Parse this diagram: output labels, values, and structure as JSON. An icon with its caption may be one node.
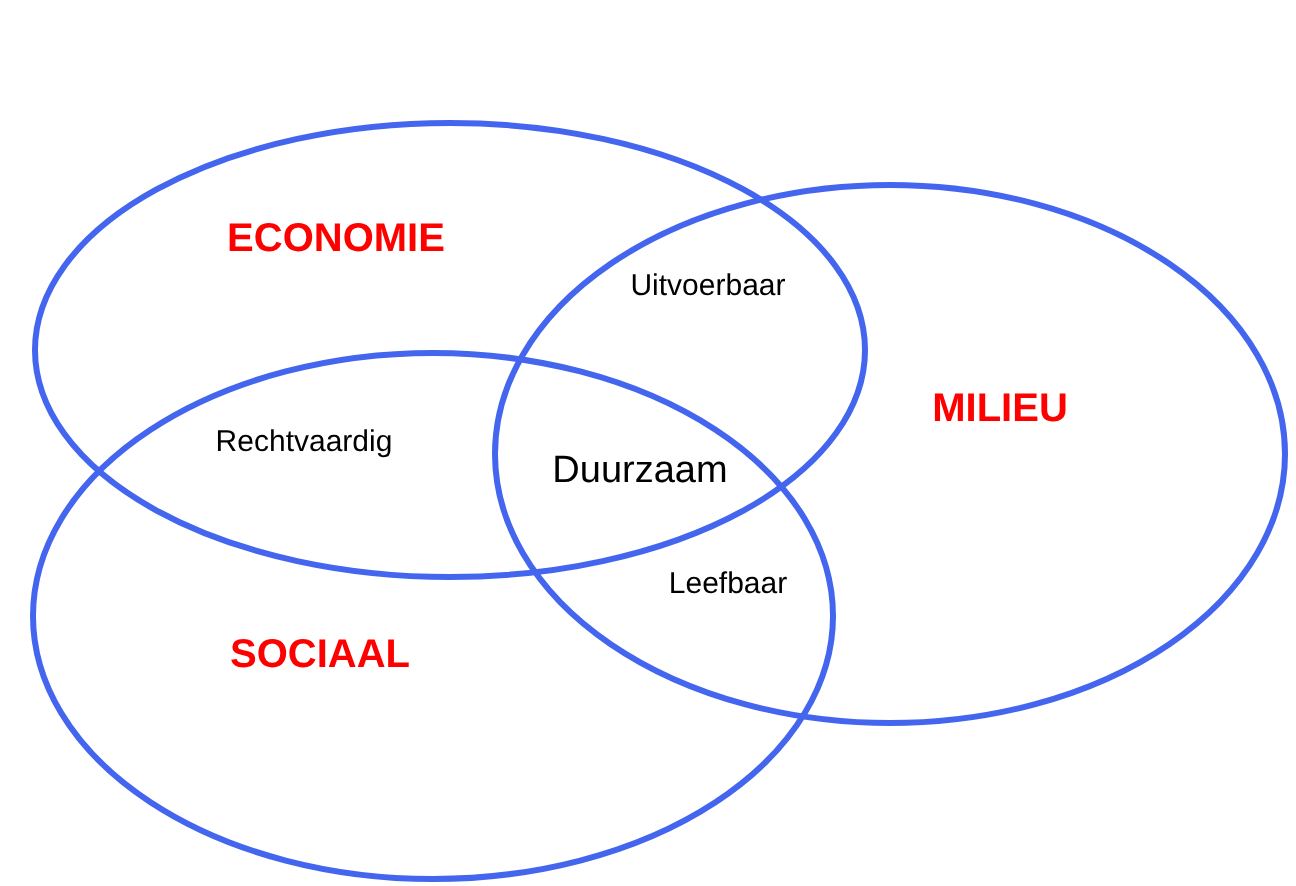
{
  "diagram": {
    "nodes": [
      {
        "text": [
          "ECONOMIE"
        ]
      },
      {
        "text": [
          "MILIEU"
        ]
      },
      {
        "text": [
          "SOCIAAL"
        ]
      }
    ],
    "edges": [],
    "labels": [
      "Uitvoerbaar",
      "Rechtvaardig",
      "Duurzaam",
      "Leefbaar"
    ]
  }
}
